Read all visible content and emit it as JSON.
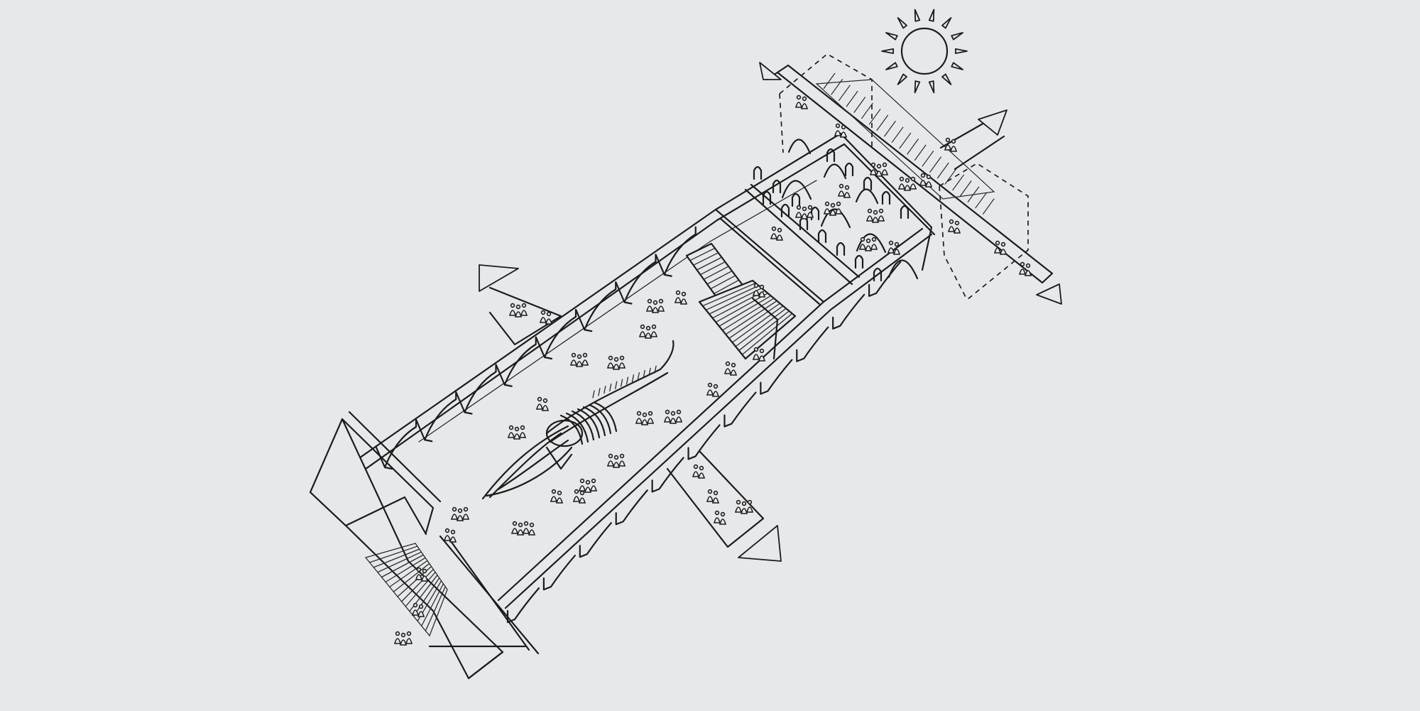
{
  "drawing": {
    "style": "hand-drawn axonometric ink sketch",
    "background_color": "#e7e8ea",
    "ink_color": "#1c1c1c",
    "elements": [
      "sun-icon",
      "main-hall",
      "dinosaur-skeleton",
      "arcade",
      "stairs",
      "gallery-wing",
      "walkway-bridge",
      "entrance-arrow",
      "visitor-figures"
    ],
    "entrance_arrows": 5
  }
}
